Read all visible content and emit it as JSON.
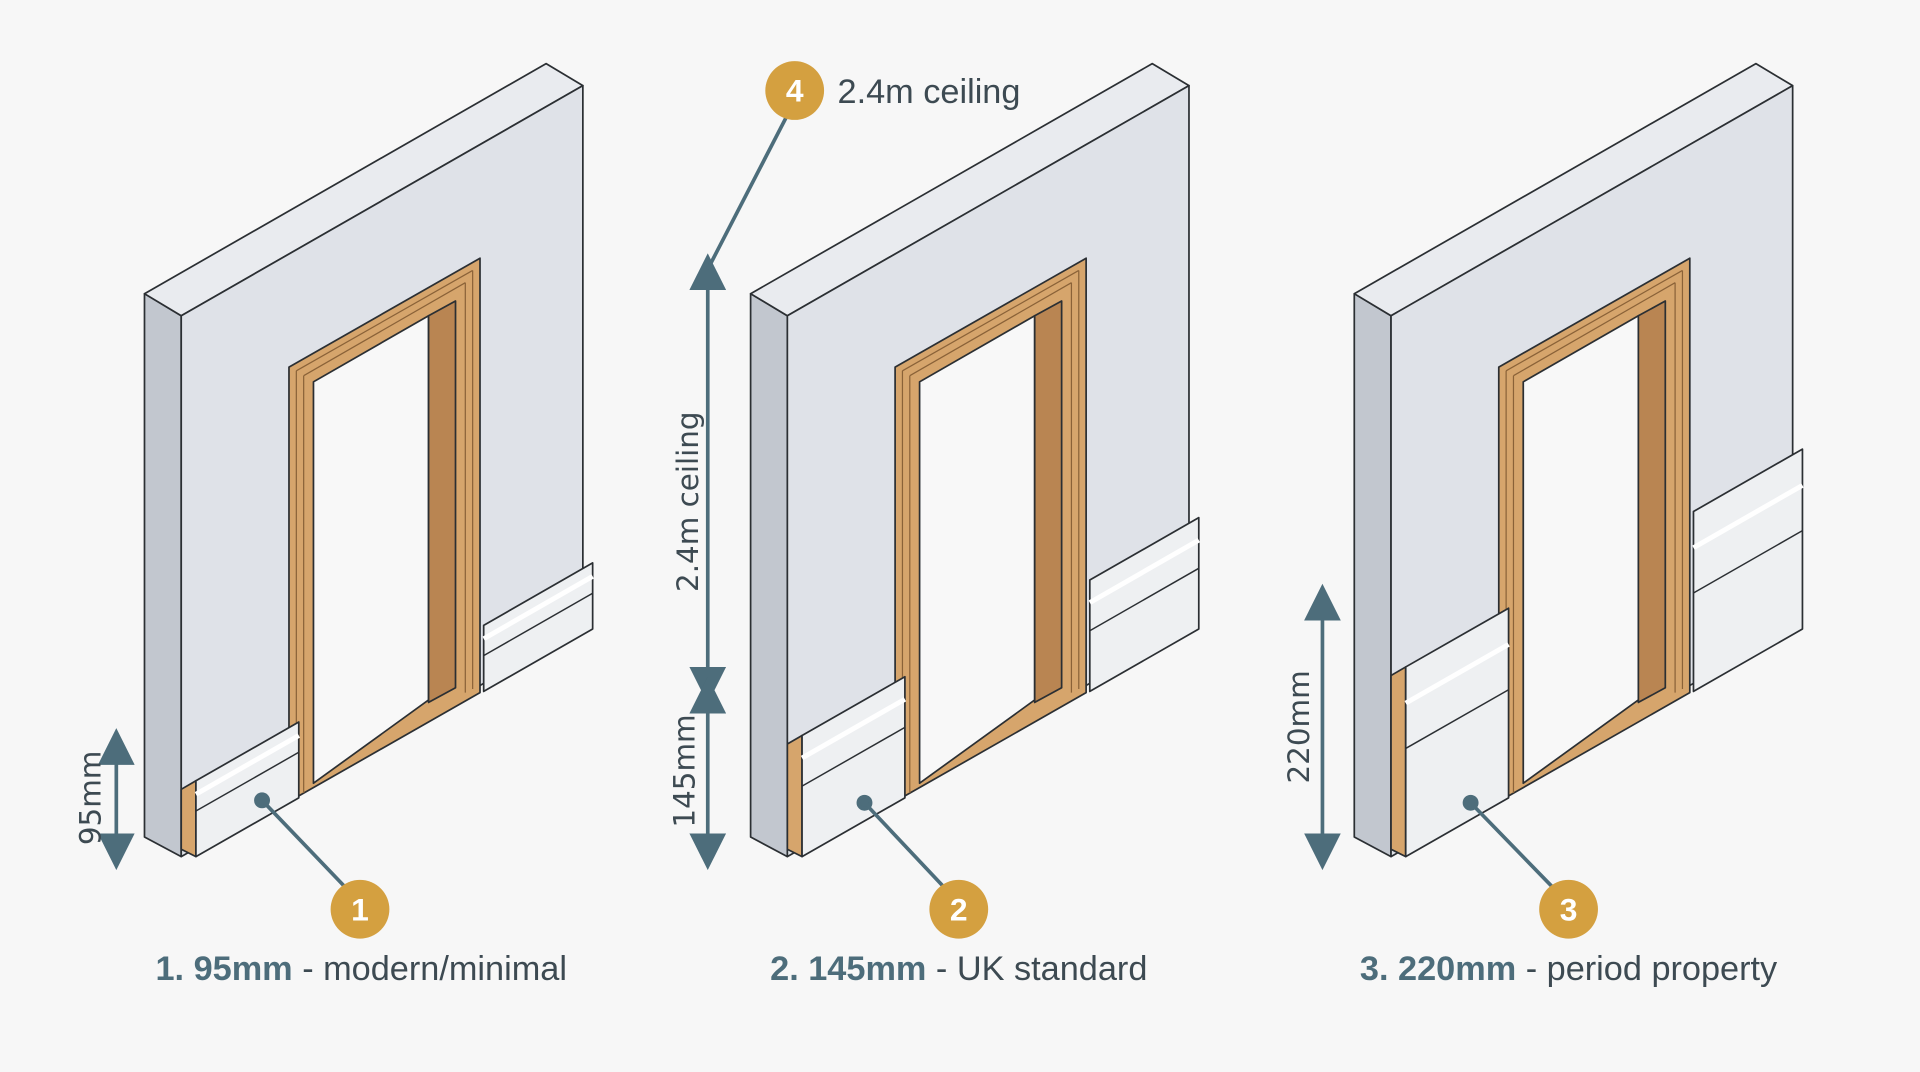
{
  "colors": {
    "background": "#f7f7f7",
    "wall_front": "#dfe2e8",
    "wall_side": "#c2c7cf",
    "wood": "#d6a56c",
    "wood_dark": "#b98552",
    "skirting": "#eef0f2",
    "accent_teal": "#4d6d7b",
    "marker_gold": "#d4a040",
    "text": "#3d4a52"
  },
  "markers": [
    {
      "number": "1"
    },
    {
      "number": "2"
    },
    {
      "number": "3"
    },
    {
      "number": "4",
      "label": "2.4m ceiling"
    }
  ],
  "dimensions": {
    "wall1": "95mm",
    "wall2_ceiling": "2.4m ceiling",
    "wall2": "145mm",
    "wall3": "220mm"
  },
  "captions": [
    {
      "bold": "1. 95mm",
      "rest": " - modern/minimal"
    },
    {
      "bold": "2. 145mm",
      "rest": " - UK standard"
    },
    {
      "bold": "3. 220mm",
      "rest": " - period property"
    }
  ]
}
